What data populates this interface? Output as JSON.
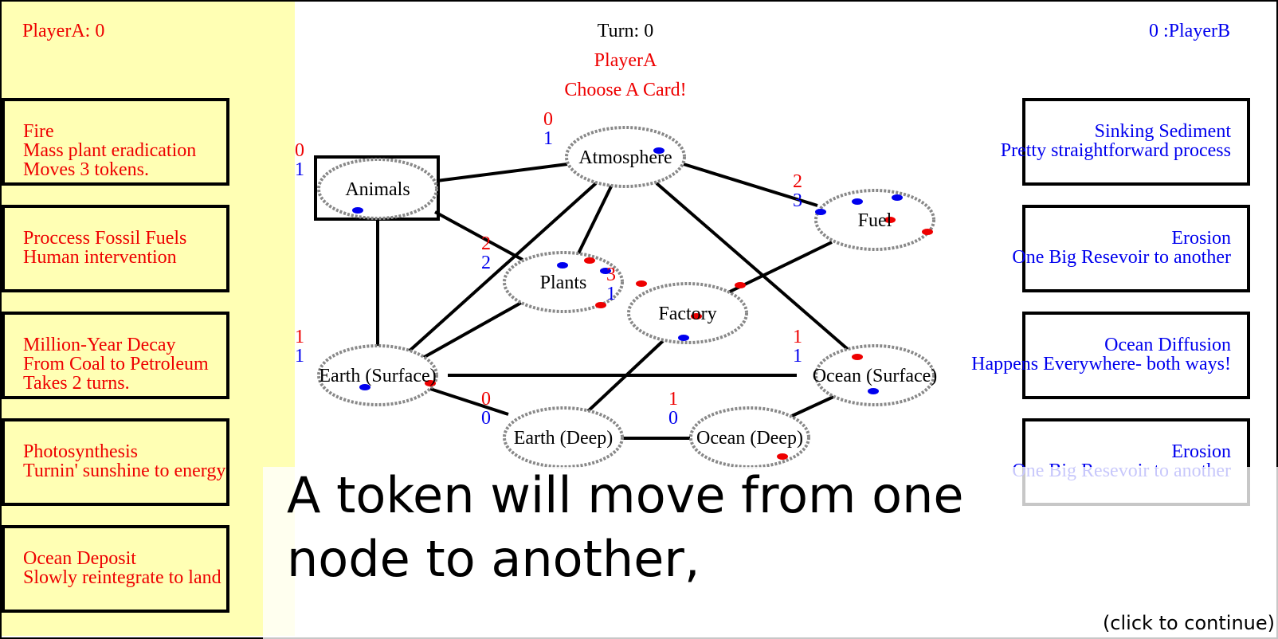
{
  "header": {
    "score_a": "PlayerA: 0",
    "score_b": "0 :PlayerB",
    "turn": "Turn: 0",
    "current_player": "PlayerA",
    "prompt": "Choose A Card!"
  },
  "colors": {
    "player_a": "#ee0000",
    "player_b": "#0000ee",
    "panel": "#ffffb4"
  },
  "player_a_cards": [
    {
      "lines": [
        "Fire",
        "Mass plant eradication",
        "Moves 3 tokens."
      ]
    },
    {
      "lines": [
        "Proccess Fossil Fuels",
        "Human intervention"
      ]
    },
    {
      "lines": [
        "Million-Year Decay",
        "From Coal to Petroleum",
        "Takes 2 turns."
      ]
    },
    {
      "lines": [
        "Photosynthesis",
        "Turnin' sunshine to energy"
      ]
    },
    {
      "lines": [
        "Ocean Deposit",
        "Slowly reintegrate to land"
      ]
    }
  ],
  "player_b_cards": [
    {
      "lines": [
        "Sinking Sediment",
        "Pretty straightforward process"
      ]
    },
    {
      "lines": [
        "Erosion",
        "One Big Resevoir to another"
      ]
    },
    {
      "lines": [
        "Ocean Diffusion",
        "Happens Everywhere- both ways!"
      ]
    },
    {
      "lines": [
        "Erosion",
        "One Big Resevoir to another"
      ]
    }
  ],
  "nodes": [
    {
      "id": "atmosphere",
      "label": "Atmosphere",
      "count_a": "0",
      "count_b": "1"
    },
    {
      "id": "animals",
      "label": "Animals",
      "count_a": "0",
      "count_b": "1"
    },
    {
      "id": "fuel",
      "label": "Fuel",
      "count_a": "2",
      "count_b": "3"
    },
    {
      "id": "plants",
      "label": "Plants",
      "count_a": "2",
      "count_b": "2"
    },
    {
      "id": "factory",
      "label": "Factory",
      "count_a": "3",
      "count_b": "1"
    },
    {
      "id": "earth_surface",
      "label": "Earth (Surface)",
      "count_a": "1",
      "count_b": "1"
    },
    {
      "id": "ocean_surface",
      "label": "Ocean (Surface)",
      "count_a": "1",
      "count_b": "1"
    },
    {
      "id": "earth_deep",
      "label": "Earth (Deep)",
      "count_a": "0",
      "count_b": "0"
    },
    {
      "id": "ocean_deep",
      "label": "Ocean (Deep)",
      "count_a": "1",
      "count_b": "0"
    }
  ],
  "tutorial": {
    "line1": "A token will move from one",
    "line2": "node to another,",
    "continue": "(click to continue)"
  }
}
